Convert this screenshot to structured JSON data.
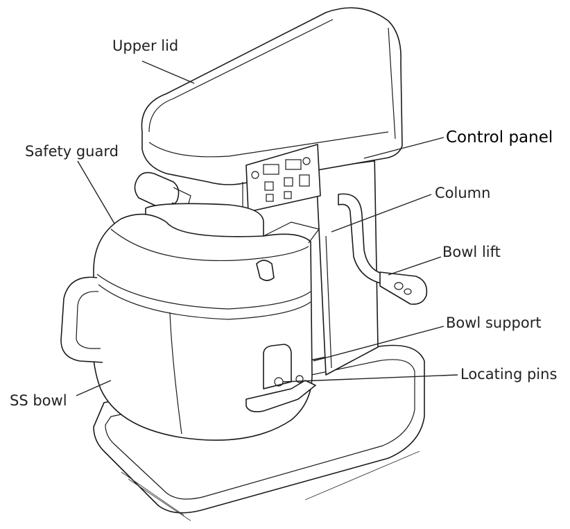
{
  "labels": {
    "upper_lid": "Upper lid",
    "safety_guard": "Safety guard",
    "control_panel": "Control panel",
    "column": "Column",
    "bowl_lift": "Bowl lift",
    "bowl_support": "Bowl support",
    "locating_pins": "Locating pins",
    "ss_bowl": "SS bowl"
  },
  "colors": {
    "line": "#1a1a1a",
    "background": "#ffffff",
    "text": "#222222"
  }
}
